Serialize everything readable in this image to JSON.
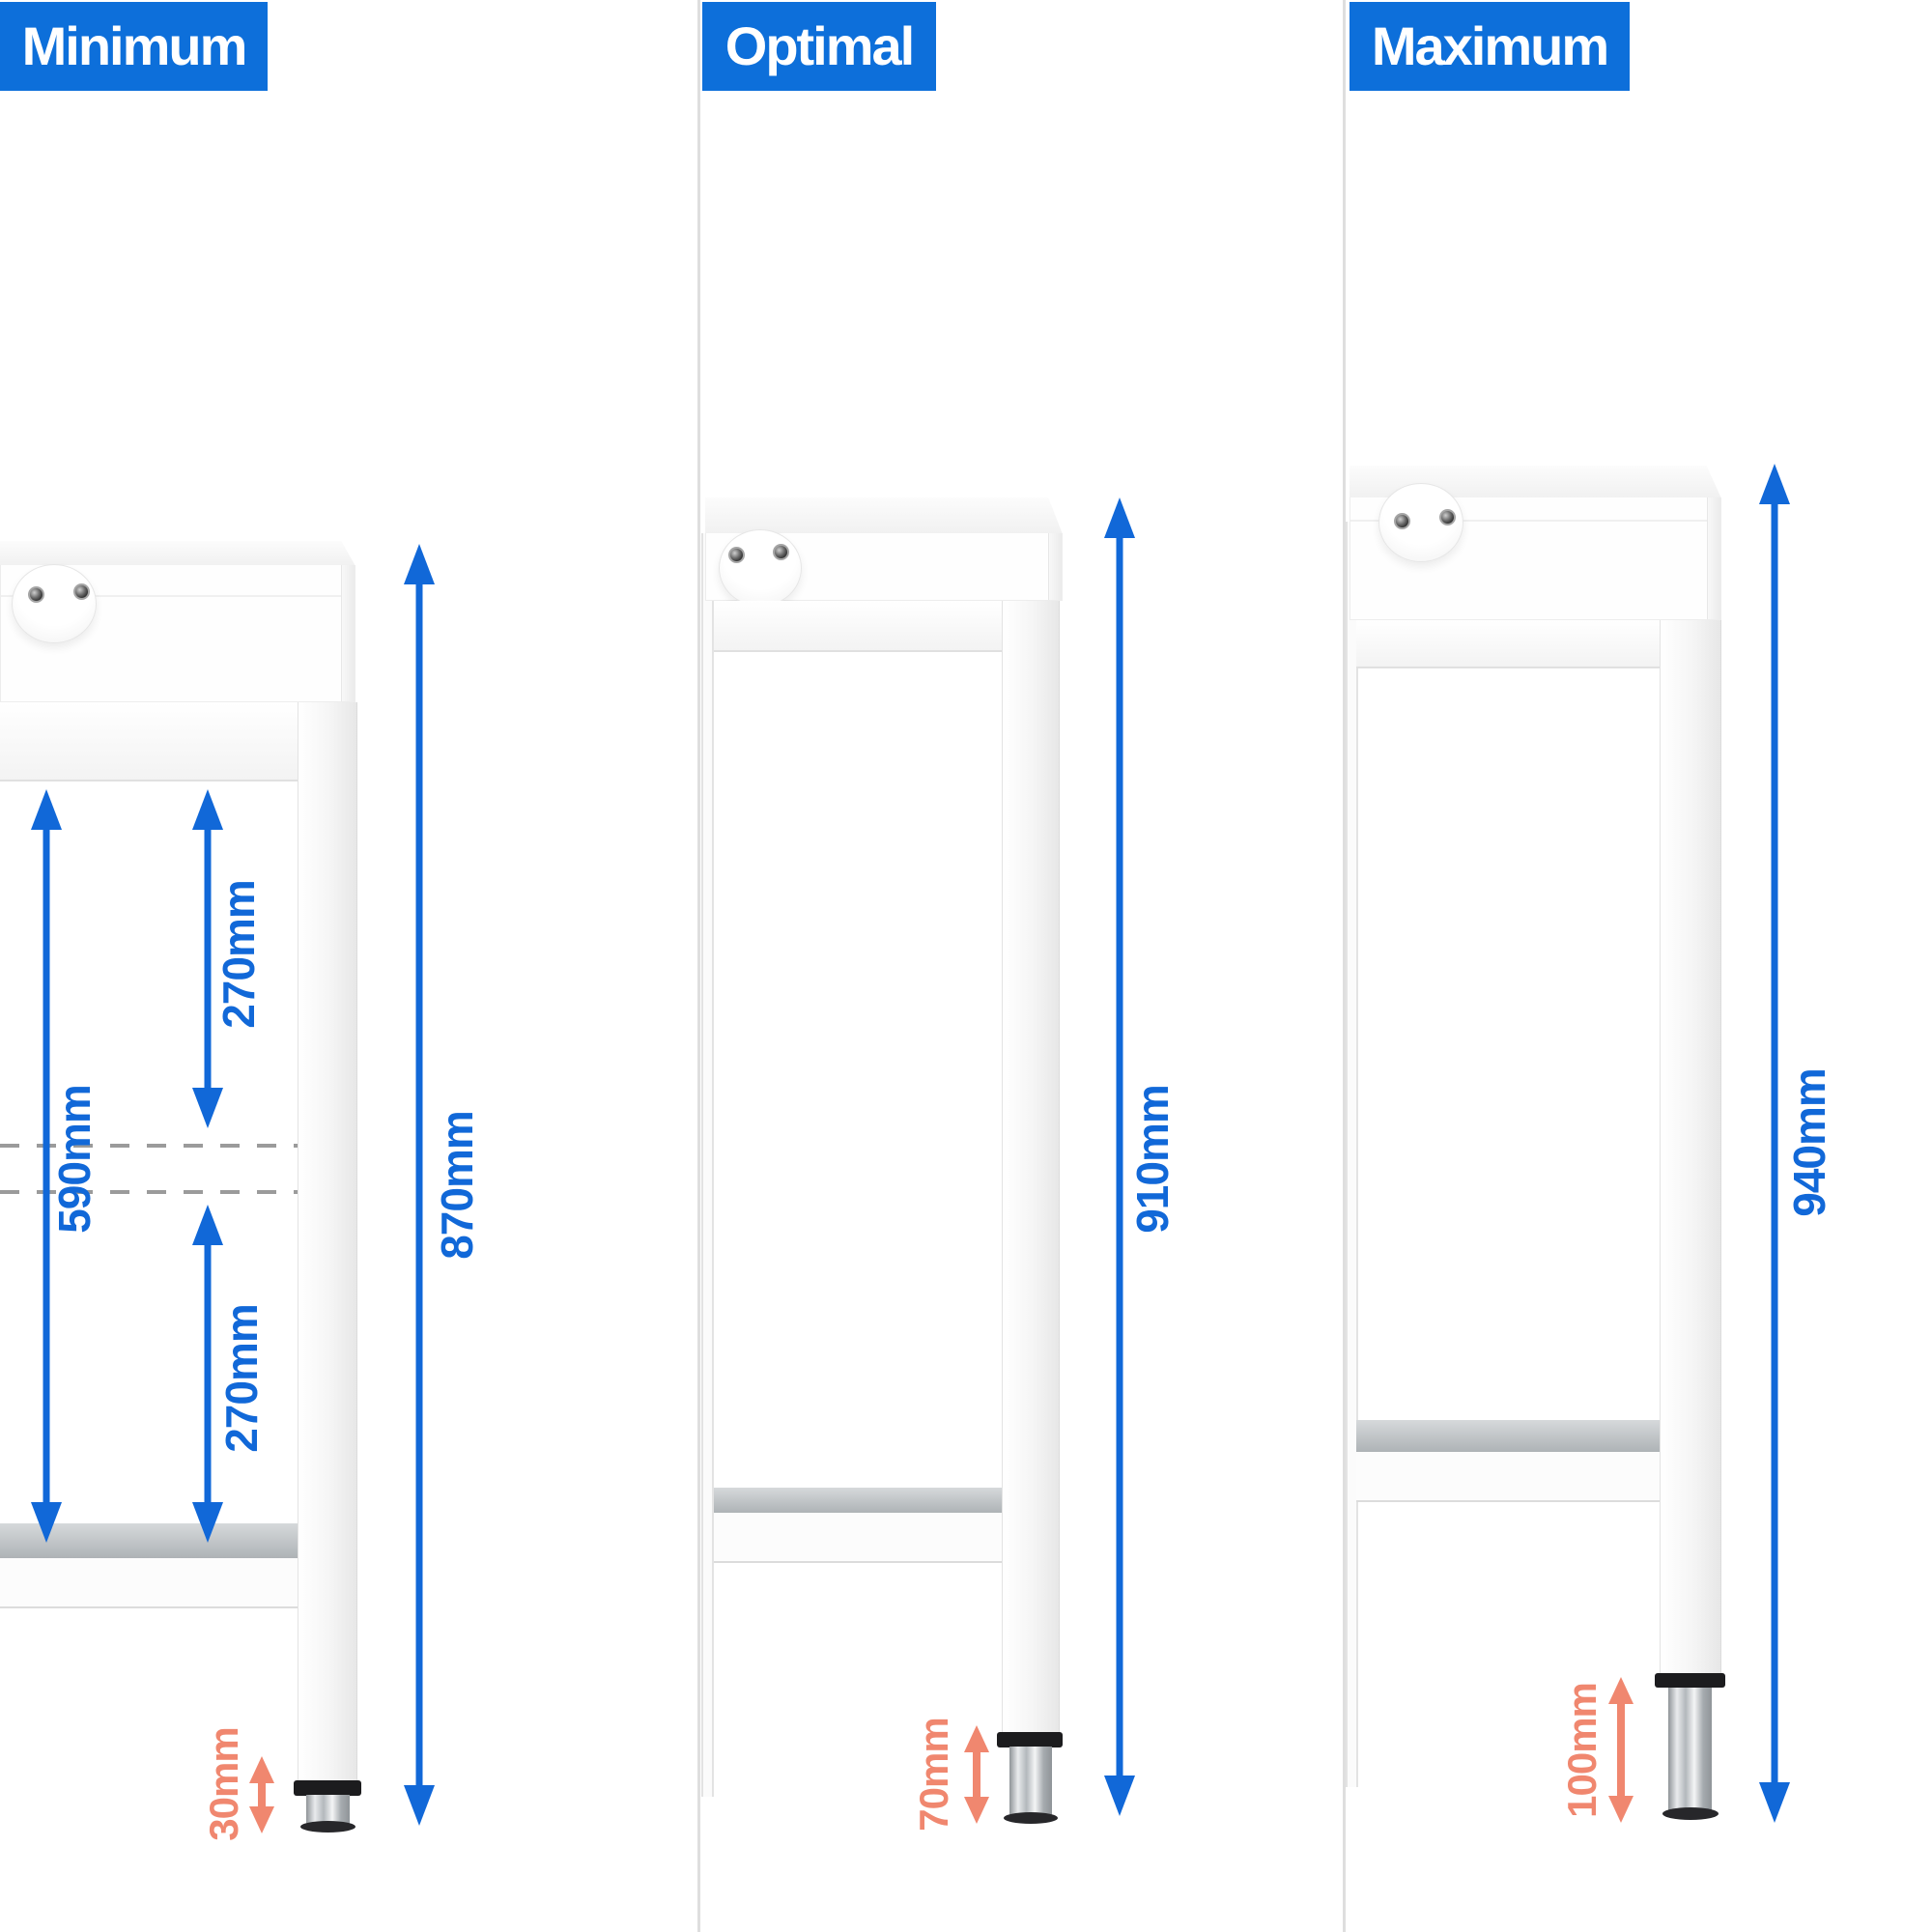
{
  "panels": [
    {
      "title": "Minimum",
      "total_height_label": "870mm",
      "upper_clearance_label": "270mm",
      "inner_clearance_label": "590mm",
      "lower_clearance_label": "270mm",
      "foot_adjust_label": "30mm"
    },
    {
      "title": "Optimal",
      "total_height_label": "910mm",
      "foot_adjust_label": "70mm"
    },
    {
      "title": "Maximum",
      "total_height_label": "940mm",
      "foot_adjust_label": "100mm"
    }
  ],
  "colors": {
    "badge_blue": "#0d6fda",
    "dimension_blue": "#1168d8",
    "foot_orange": "#f0876f",
    "dashed_gray": "#9b9b9b",
    "shelf_metal": "#b8bdc0"
  }
}
